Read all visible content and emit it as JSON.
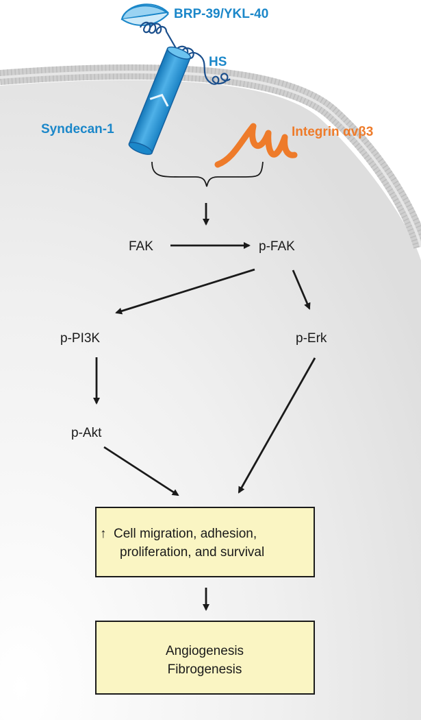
{
  "labels": {
    "ligand": "BRP-39/YKL-40",
    "hs": "HS",
    "syndecan": "Syndecan-1",
    "integrin": "Integrin αvβ3",
    "fak": "FAK",
    "pfak": "p-FAK",
    "ppi3k": "p-PI3K",
    "perk": "p-Erk",
    "pakt": "p-Akt"
  },
  "outcome_box": {
    "up_arrow": "↑",
    "line1": "Cell migration, adhesion,",
    "line2": "proliferation, and survival"
  },
  "final_box": {
    "line1": "Angiogenesis",
    "line2": "Fibrogenesis"
  },
  "colors": {
    "blue": "#1b87c9",
    "orange": "#ee7b2a",
    "box_fill": "#faf5c3",
    "membrane": "#c9c9c9"
  }
}
